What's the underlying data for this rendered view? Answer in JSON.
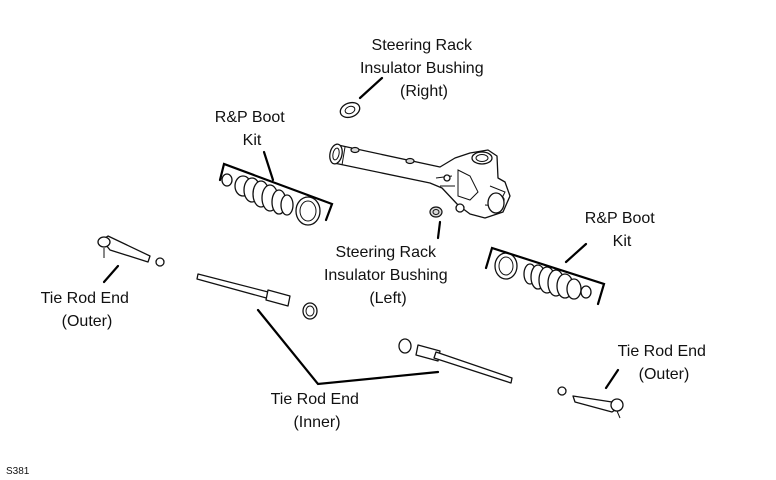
{
  "labels": {
    "rack_bushing_right": [
      "Steering Rack",
      "Insulator Bushing",
      "(Right)"
    ],
    "boot_kit_left": [
      "R&P Boot",
      "Kit"
    ],
    "boot_kit_right": [
      "R&P Boot",
      "Kit"
    ],
    "rack_bushing_left": [
      "Steering Rack",
      "Insulator Bushing",
      "(Left)"
    ],
    "tie_rod_outer_left": [
      "Tie Rod End",
      "(Outer)"
    ],
    "tie_rod_outer_right": [
      "Tie Rod End",
      "(Outer)"
    ],
    "tie_rod_inner": [
      "Tie Rod End",
      "(Inner)"
    ]
  },
  "figure_code": "S381"
}
